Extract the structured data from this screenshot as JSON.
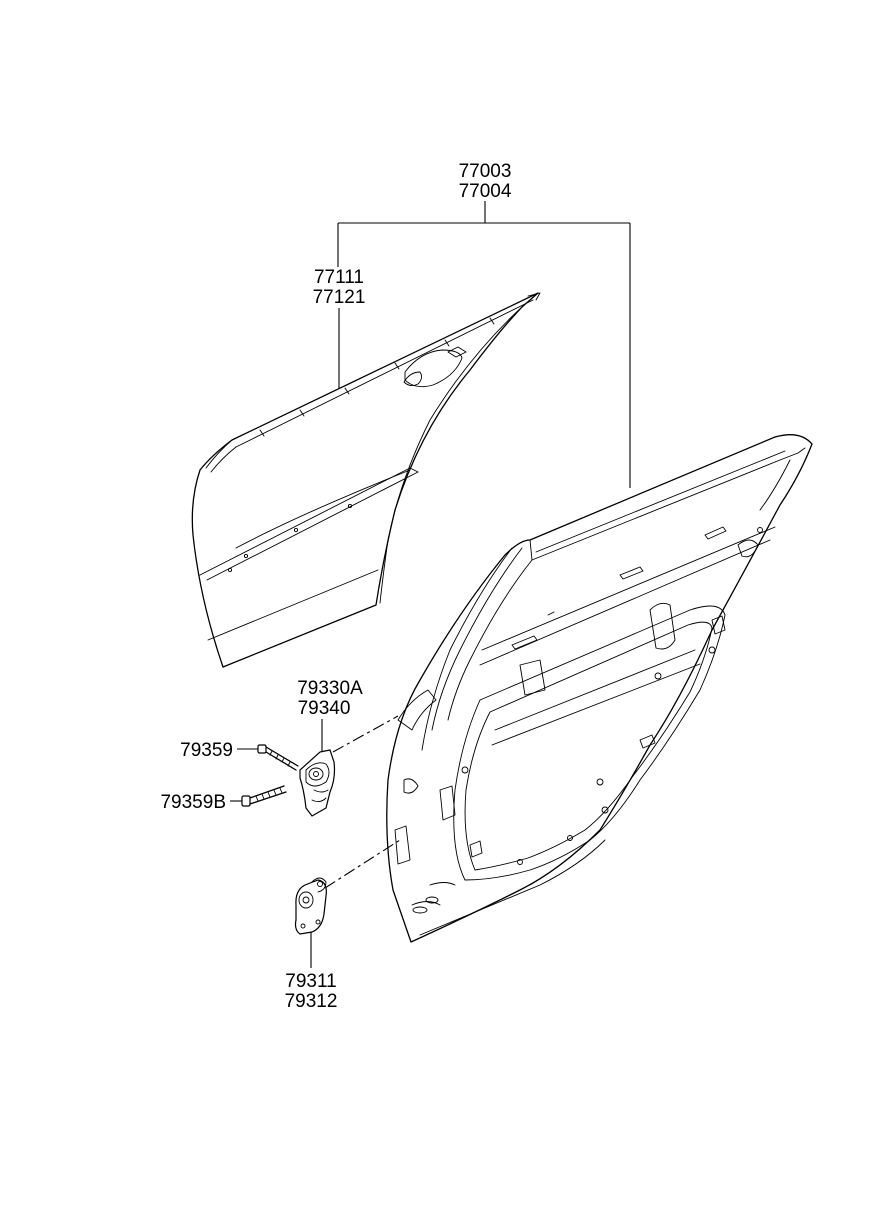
{
  "diagram": {
    "parts": [
      {
        "id": "door-assembly",
        "numbers": [
          "77003",
          "77004"
        ]
      },
      {
        "id": "outer-panel",
        "numbers": [
          "77111",
          "77121"
        ]
      },
      {
        "id": "upper-hinge",
        "numbers": [
          "79330A",
          "79340"
        ]
      },
      {
        "id": "hinge-bolt",
        "numbers": [
          "79359"
        ]
      },
      {
        "id": "hinge-bolt-b",
        "numbers": [
          "79359B"
        ]
      },
      {
        "id": "lower-hinge",
        "numbers": [
          "79311",
          "79312"
        ]
      }
    ]
  }
}
